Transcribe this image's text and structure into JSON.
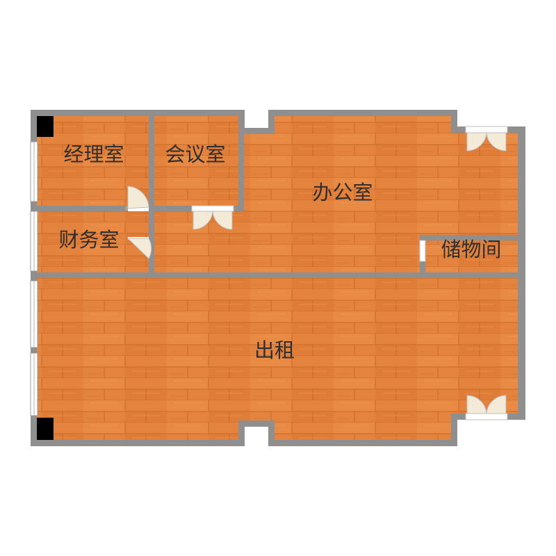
{
  "colors": {
    "background": "#ffffff",
    "wall": "#8f8f8f",
    "floor": "#e4833d",
    "floor_dark": "#c9682a",
    "column": "#000000",
    "window": "#ffffff",
    "label": "#2f2f2f"
  },
  "rooms": {
    "manager": "经理室",
    "meeting": "会议室",
    "office": "办公室",
    "finance": "财务室",
    "storage": "储物间",
    "rental": "出租"
  }
}
